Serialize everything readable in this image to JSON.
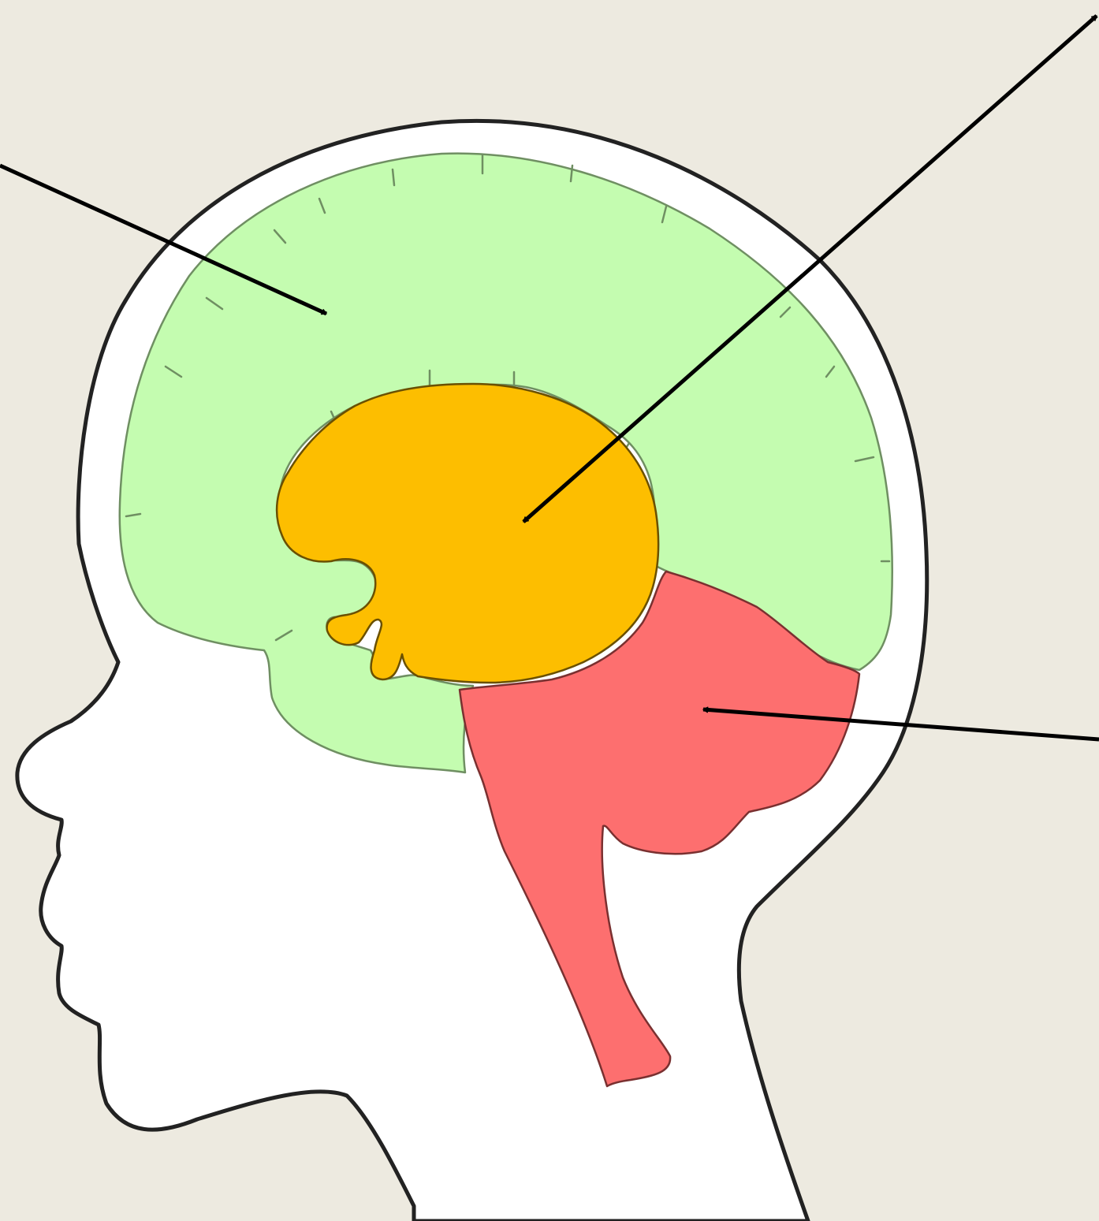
{
  "diagram": {
    "regions": [
      {
        "id": "forebrain",
        "color": "#c4fcb0"
      },
      {
        "id": "midbrain",
        "color": "#fdbe00"
      },
      {
        "id": "hindbrain",
        "color": "#fd6f6f"
      }
    ],
    "colors": {
      "background": "#edeae0",
      "head": "#ffffff",
      "outline": "#222222",
      "arrow": "#000000"
    },
    "labels": []
  }
}
